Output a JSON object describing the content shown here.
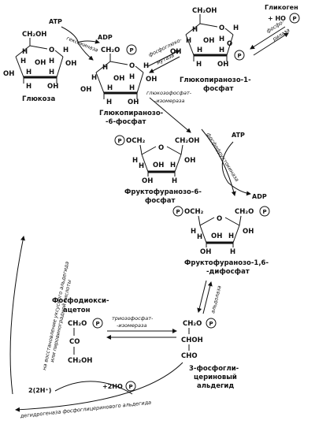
{
  "molecules": {
    "glucose": {
      "name": "Глюкоза",
      "ch2oh": "CH₂OH",
      "h": "H",
      "oh": "OH",
      "o": "O"
    },
    "g6p": {
      "name_line1": "Глюкопиранозо-",
      "name_line2": "-6-фосфат",
      "ch2o": "CH₂O"
    },
    "g1p": {
      "name_line1": "Глюкопиранозо-1-",
      "name_line2": "фосфат",
      "ch2oh": "CH₂OH"
    },
    "f6p": {
      "name_line1": "Фруктофуранозо-6-",
      "name_line2": "фосфат",
      "och2": "OCH₂",
      "ch2oh": "CH₂OH"
    },
    "f16bp": {
      "name_line1": "Фруктофуранозо-1,6-",
      "name_line2": "-дифосфат",
      "och2": "OCH₂",
      "ch2o": "CH₂O"
    },
    "dhap": {
      "name_line1": "Фосфодиокси-",
      "name_line2": "ацетон",
      "ch2o": "CH₂O",
      "co": "CO",
      "ch2oh": "CH₂OH"
    },
    "g3p": {
      "name_line1": "3-фосфогли-",
      "name_line2": "цериновый",
      "name_line3": "альдегид",
      "ch2o": "CH₂O",
      "choh": "CHOH",
      "cho": "CHO"
    }
  },
  "cofactors": {
    "atp": "ATP",
    "adp": "ADP",
    "glycogen": "Гликоген",
    "plus_ho": "+ HO",
    "p": "P",
    "plus_2ho": "+2HO",
    "two_h": "2(2H⁺)"
  },
  "enzymes": {
    "hexokinase": "гексокиназа",
    "phosphoglucomutase_1": "фосфоглюко-",
    "phosphoglucomutase_2": "мутаза",
    "phosphorylase_1": "фосфо-",
    "phosphorylase_2": "рилаза",
    "isomerase_1": "глюкозофосфат-",
    "isomerase_2": "-изомераза",
    "phosphofructokinase": "фосфофруктокиназа",
    "aldolase": "альдолаза",
    "tpi_1": "триозофосфат-",
    "tpi_2": "-изомераза",
    "dehydrogenase": "дегидрогеназа фосфоглицеринового альдегида",
    "back_line1": "на восстановление уксусного альдегида",
    "back_line2": "или пировиноградной кислоты"
  }
}
